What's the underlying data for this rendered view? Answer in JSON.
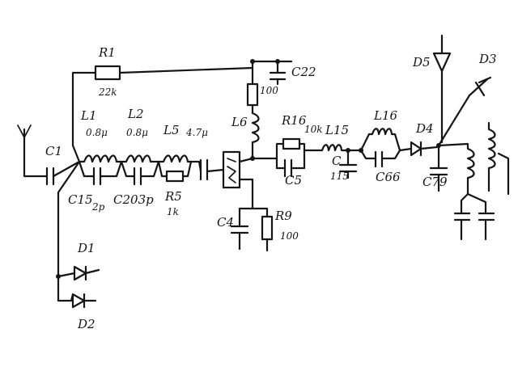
{
  "labels": {
    "r1": "R1",
    "r1_val": "22k",
    "c22": "C22",
    "r_100_top": "100",
    "l1": "L1",
    "l1_val": "0.8μ",
    "l2": "L2",
    "l2_val": "0.8μ",
    "l5": "L5",
    "l5_val": "4.7μ",
    "c1": "C1",
    "c15": "C15",
    "c15_val": "2p",
    "c203": "C203p",
    "r5": "R5",
    "r5_val": "1k",
    "l6": "L6",
    "r16": "R16",
    "r16_val": "10k",
    "l15": "L15",
    "c_115": "C",
    "c_115_val": "115",
    "c5": "C5",
    "l16": "L16",
    "c66": "C66",
    "c4": "C4",
    "r9": "R9",
    "r9_val": "100",
    "d1": "D1",
    "d2": "D2",
    "d3": "D3",
    "d4": "D4",
    "d5": "D5",
    "c79": "C79"
  }
}
